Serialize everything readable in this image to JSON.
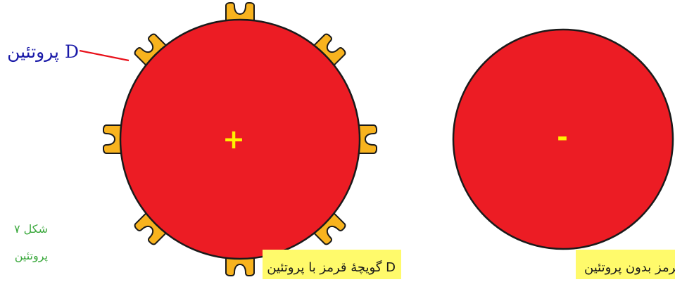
{
  "colors": {
    "cell_fill": "#ec1c24",
    "cell_stroke": "#1a1a1a",
    "protein_fill": "#f8b31e",
    "sign_color": "#fff200",
    "pointer_line": "#e8101a",
    "protein_label_color": "#1a1aa8",
    "caption_bg": "#fffa6b",
    "caption_color": "#1a1a1a",
    "side_caption_color": "#3aa83c"
  },
  "left_cell": {
    "sign": "+",
    "protein_label": "پروتئین D",
    "caption": "گویچهٔ قرمز با پروتئین D"
  },
  "right_cell": {
    "sign": "-",
    "caption": "گویچهٔ قرمز بدون پروتئین D"
  },
  "side_caption": {
    "line1": "شکل ۷",
    "line2": "پروتئین"
  }
}
